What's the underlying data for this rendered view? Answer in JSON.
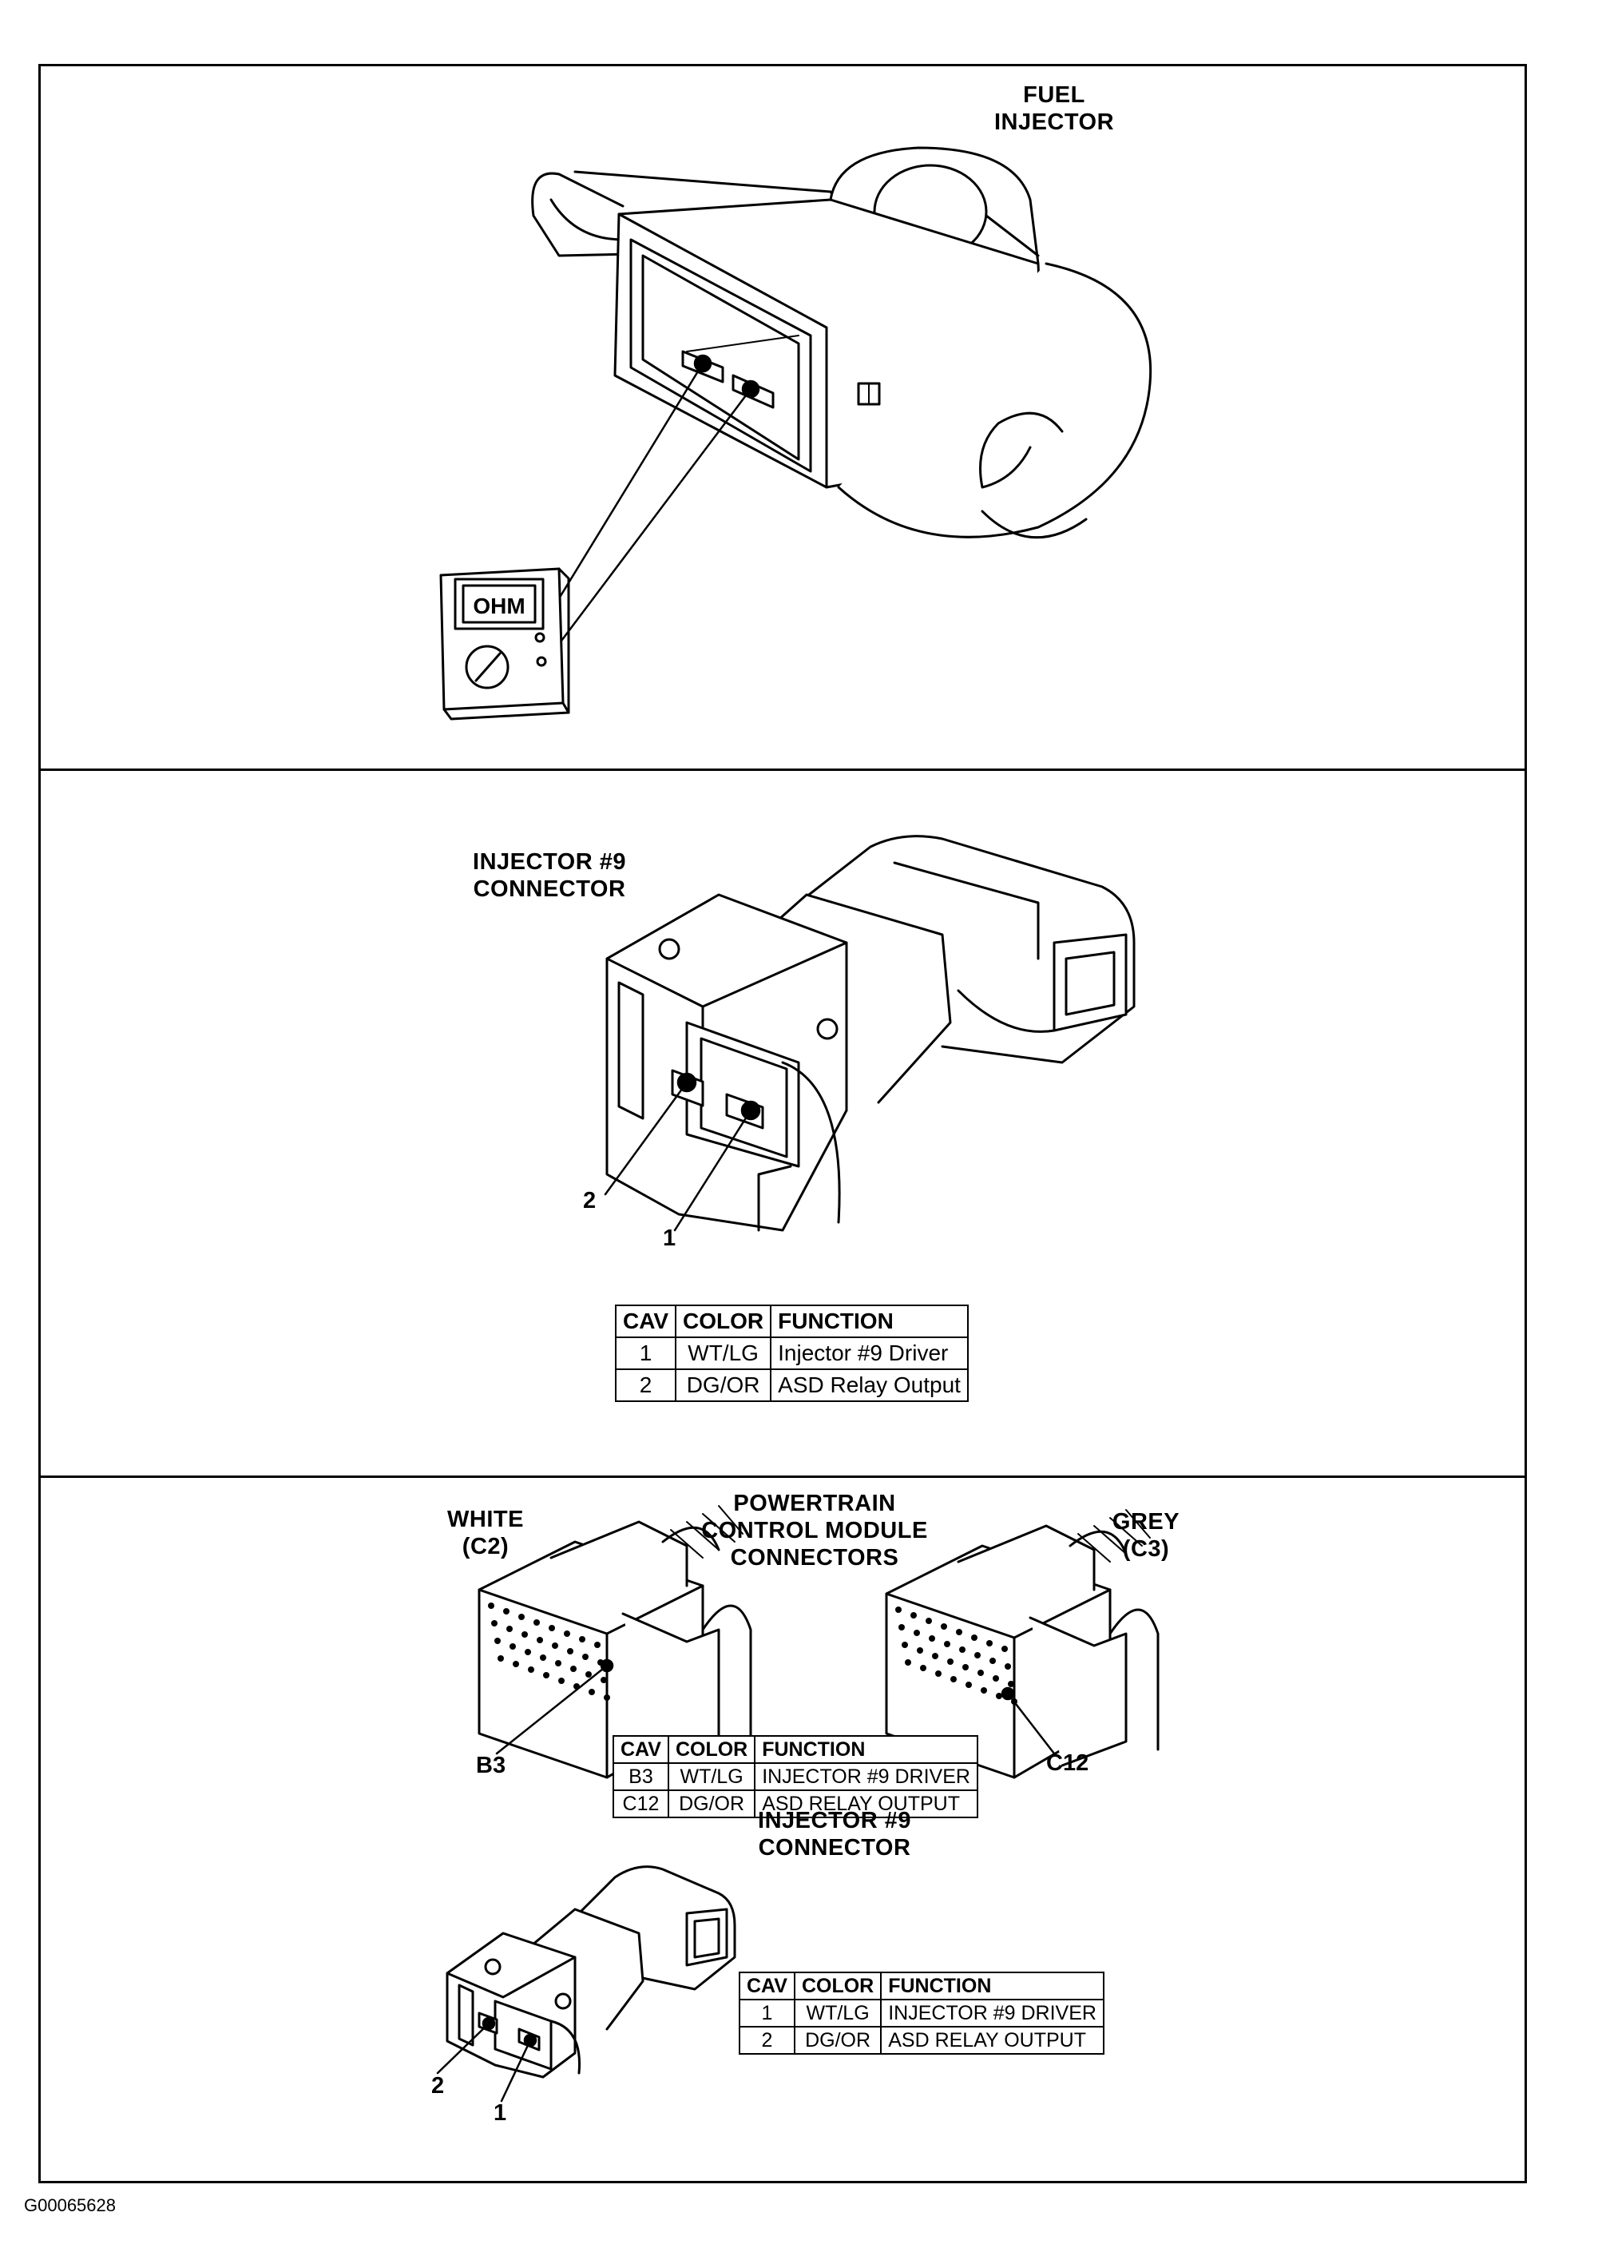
{
  "panel1": {
    "label_lines": [
      "FUEL",
      "INJECTOR"
    ],
    "meter_display": "OHM"
  },
  "panel2": {
    "label_lines": [
      "INJECTOR #9",
      "CONNECTOR"
    ],
    "pin_labels": [
      "2",
      "1"
    ],
    "table": {
      "headers": [
        "CAV",
        "COLOR",
        "FUNCTION"
      ],
      "rows": [
        [
          "1",
          "WT/LG",
          "Injector #9 Driver"
        ],
        [
          "2",
          "DG/OR",
          "ASD Relay Output"
        ]
      ]
    }
  },
  "panel3": {
    "pcm_label_lines": [
      "POWERTRAIN",
      "CONTROL MODULE",
      "CONNECTORS"
    ],
    "white_label_lines": [
      "WHITE",
      "(C2)"
    ],
    "grey_label_lines": [
      "GREY",
      "(C3)"
    ],
    "pin_b3": "B3",
    "pin_c12": "C12",
    "pcm_table": {
      "headers": [
        "CAV",
        "COLOR",
        "FUNCTION"
      ],
      "rows": [
        [
          "B3",
          "WT/LG",
          "INJECTOR #9 DRIVER"
        ],
        [
          "C12",
          "DG/OR",
          "ASD RELAY OUTPUT"
        ]
      ]
    },
    "injector_label_lines": [
      "INJECTOR #9",
      "CONNECTOR"
    ],
    "pin_labels": [
      "2",
      "1"
    ],
    "injector_table": {
      "headers": [
        "CAV",
        "COLOR",
        "FUNCTION"
      ],
      "rows": [
        [
          "1",
          "WT/LG",
          "INJECTOR #9 DRIVER"
        ],
        [
          "2",
          "DG/OR",
          "ASD RELAY OUTPUT"
        ]
      ]
    }
  },
  "doc_id": "G00065628"
}
